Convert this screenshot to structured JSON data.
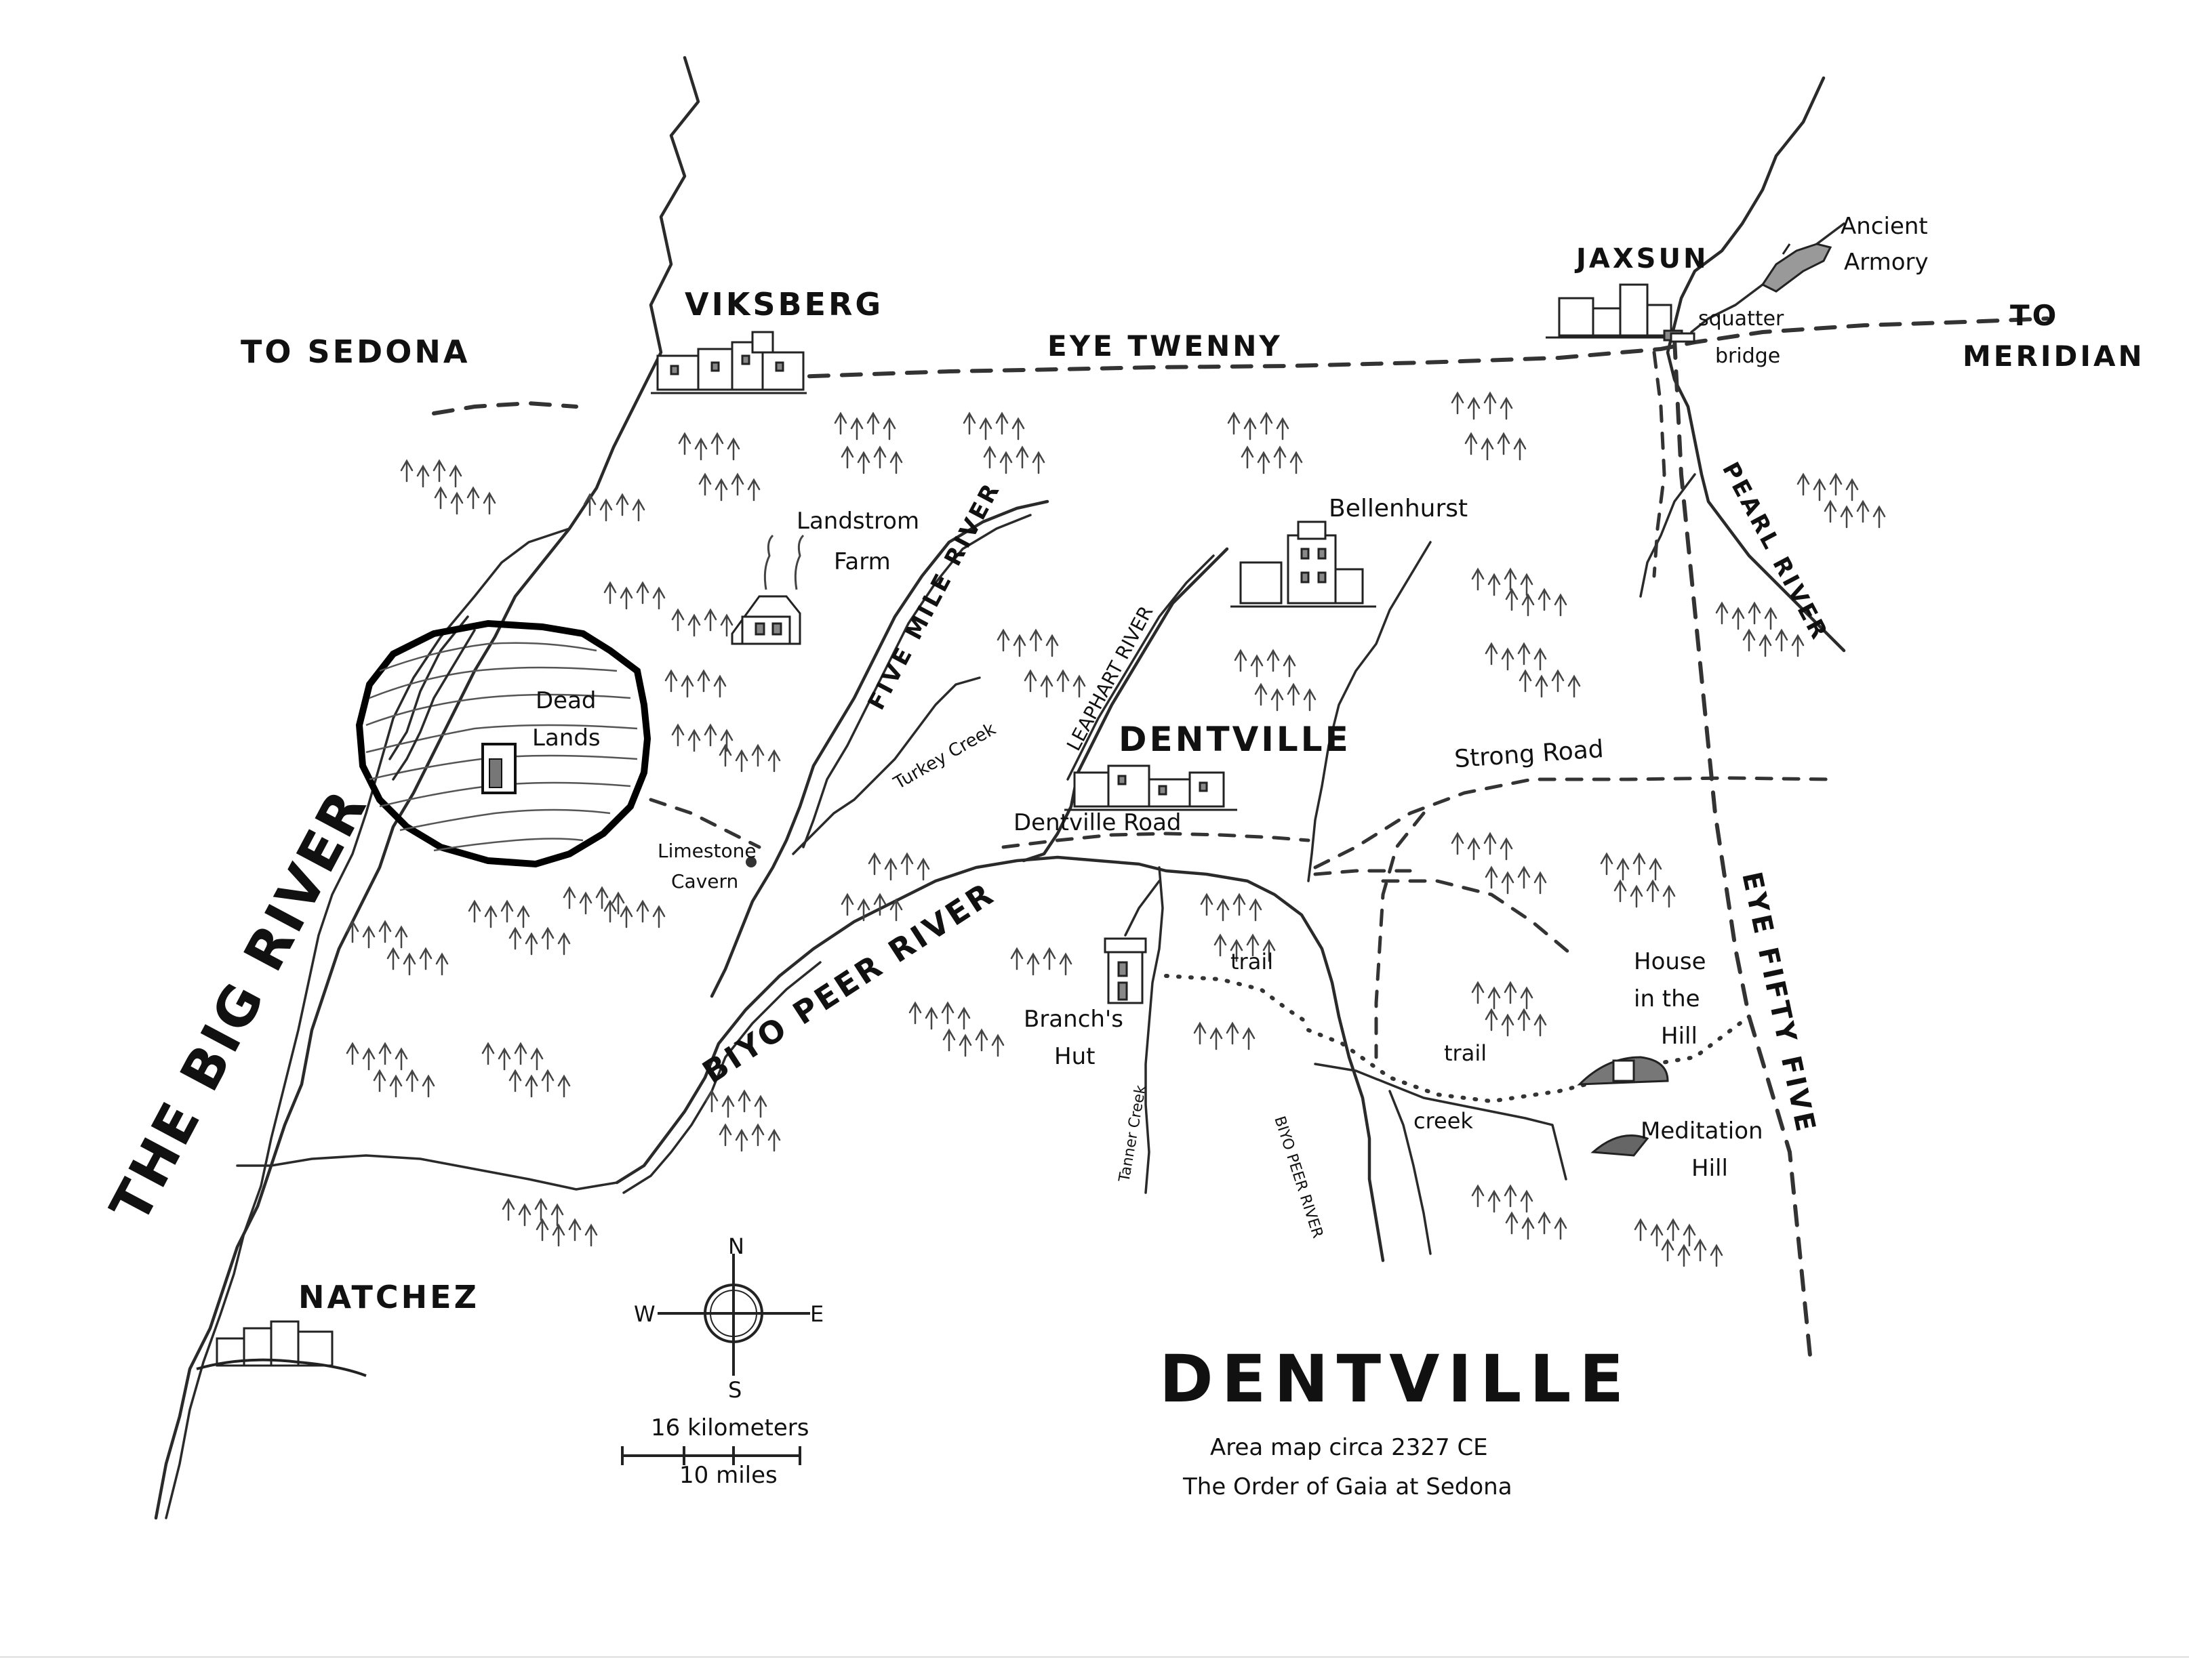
{
  "map": {
    "title": "DENTVILLE",
    "subtitle_line1": "Area map circa 2327 CE",
    "subtitle_line2": "The Order of Gaia at Sedona"
  },
  "towns": {
    "viksberg": "VIKSBERG",
    "jaxsun": "JAXSUN",
    "dentville": "DENTVILLE",
    "natchez": "NATCHEZ",
    "bellenhurst": "Bellenhurst"
  },
  "places": {
    "landstrom_1": "Landstrom",
    "landstrom_2": "Farm",
    "dead_1": "Dead",
    "dead_2": "Lands",
    "limestone_1": "Limestone",
    "limestone_2": "Cavern",
    "branch_1": "Branch's",
    "branch_2": "Hut",
    "house_1": "House",
    "house_2": "in the",
    "house_3": "Hill",
    "meditation_1": "Meditation",
    "meditation_2": "Hill",
    "armory_1": "Ancient",
    "armory_2": "Armory",
    "squatter_1": "squatter",
    "squatter_2": "bridge"
  },
  "directions": {
    "to_sedona": "TO SEDONA",
    "to_meridian_1": "TO",
    "to_meridian_2": "MERIDIAN"
  },
  "roads": {
    "eye_twenny": "EYE TWENNY",
    "eye_fifty_five": "EYE FIFTY FIVE",
    "strong_road": "Strong Road",
    "dentville_road": "Dentville Road",
    "trail_1": "trail",
    "trail_2": "trail"
  },
  "rivers": {
    "big_river": "THE BIG RIVER",
    "five_mile": "FIVE MILE RIVER",
    "leaphart": "LEAPHART RIVER",
    "pearl": "PEARL RIVER",
    "biyo_peer": "BIYO PEER RIVER",
    "biyo_peer_small": "BIYO PEER RIVER",
    "turkey_creek": "Turkey Creek",
    "tanner_creek": "Tanner Creek",
    "creek": "creek"
  },
  "compass": {
    "n": "N",
    "s": "S",
    "e": "E",
    "w": "W"
  },
  "scale": {
    "km": "16 kilometers",
    "miles": "10 miles"
  }
}
